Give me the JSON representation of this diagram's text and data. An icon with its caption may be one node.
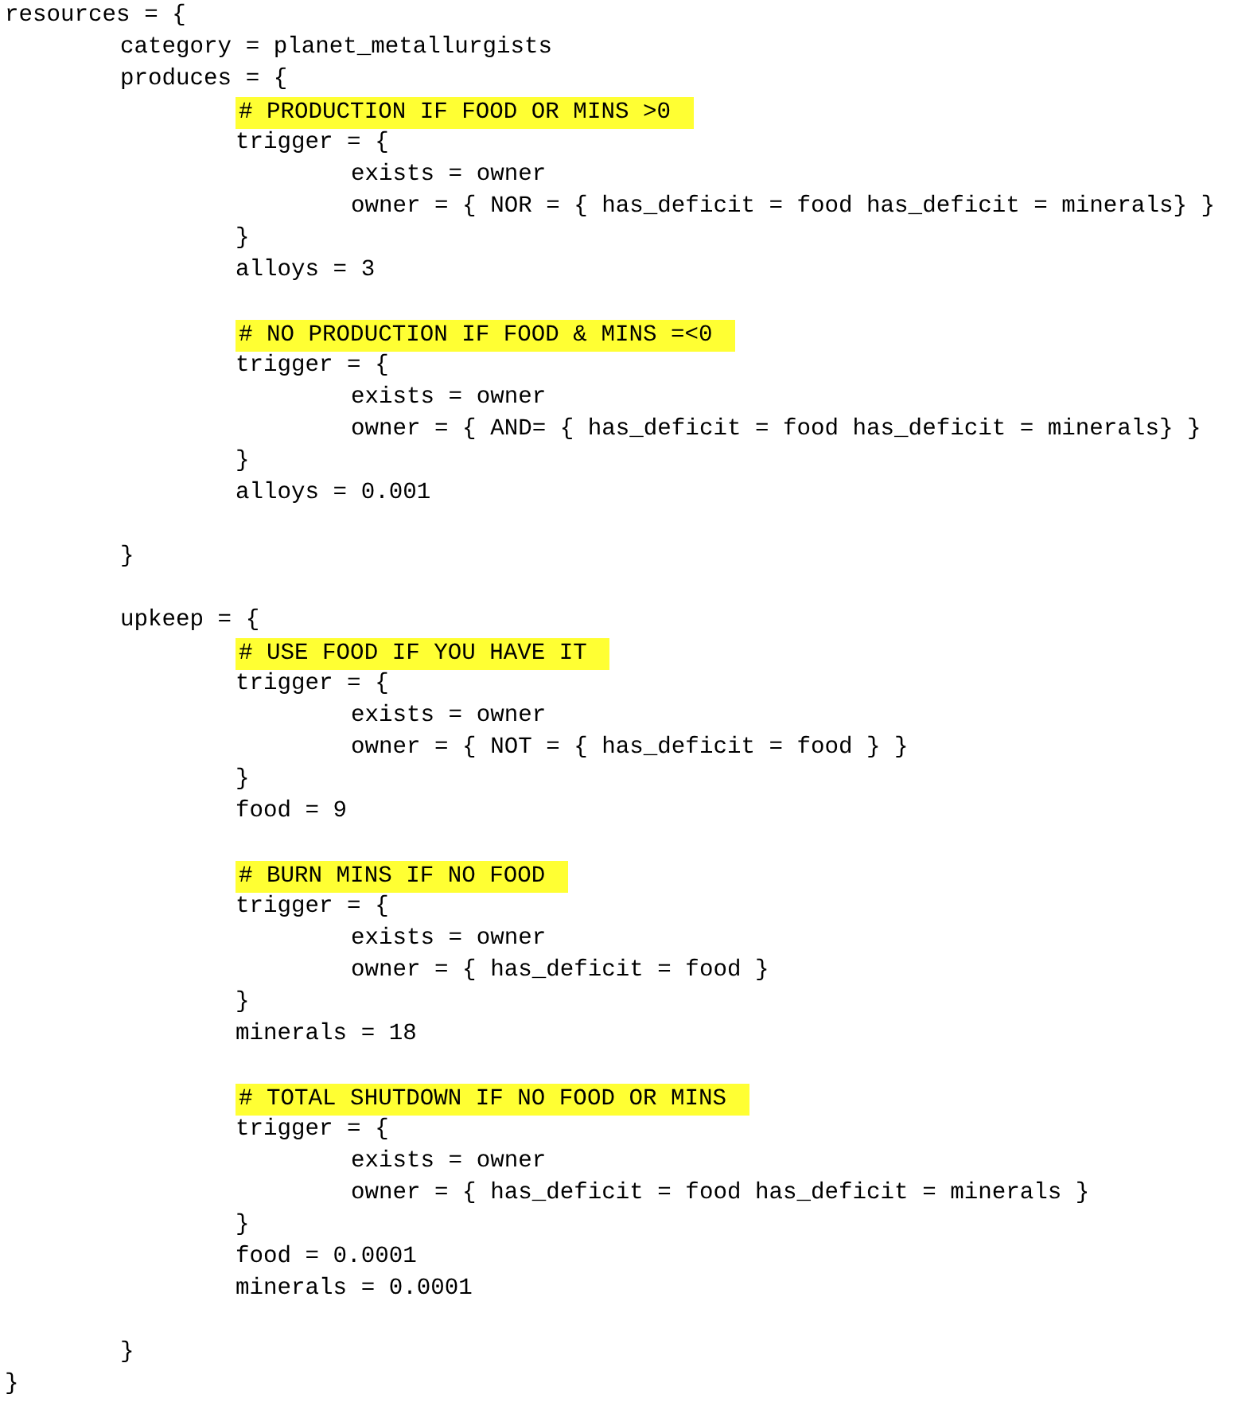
{
  "diagram": {
    "labels": [
      "resources = {",
      "category = planet_metallurgists",
      "produces = {",
      "# PRODUCTION IF FOOD OR MINS >0",
      "trigger = {",
      "exists = owner",
      "owner = { NOR = { has_deficit = food has_deficit = minerals} }",
      "}",
      "alloys = 3",
      "# NO PRODUCTION IF FOOD & MINS =<0",
      "trigger = {",
      "exists = owner",
      "owner = { AND= { has_deficit = food has_deficit = minerals} }",
      "}",
      "alloys = 0.001",
      "}",
      "upkeep = {",
      "# USE FOOD IF YOU HAVE IT",
      "trigger = {",
      "exists = owner",
      "owner = { NOT = { has_deficit = food } }",
      "}",
      "food = 9",
      "# BURN MINS IF NO FOOD",
      "trigger = {",
      "exists = owner",
      "owner = { has_deficit = food }",
      "}",
      "minerals = 18",
      "# TOTAL SHUTDOWN IF NO FOOD OR MINS",
      "trigger = {",
      "exists = owner",
      "owner = { has_deficit = food has_deficit = minerals }",
      "}",
      "food = 0.0001",
      "minerals = 0.0001",
      "}",
      "}"
    ]
  }
}
